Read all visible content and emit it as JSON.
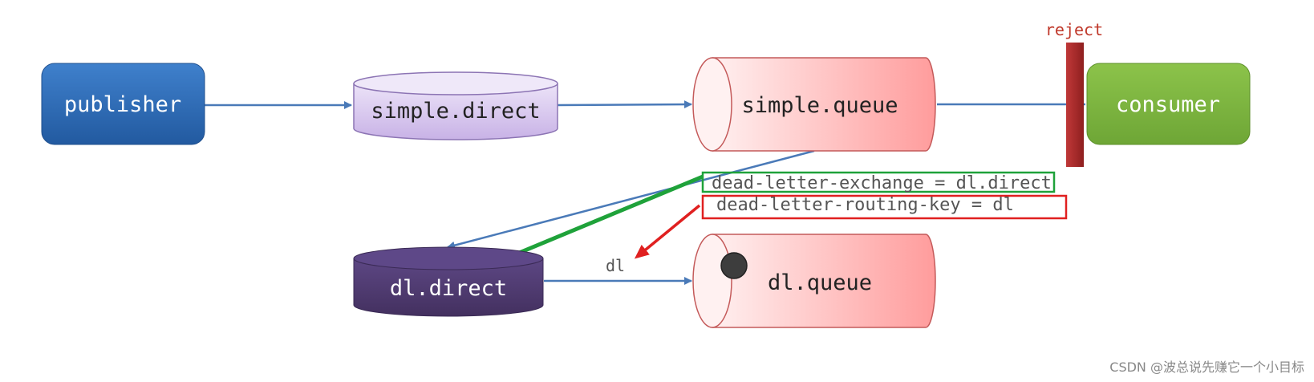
{
  "nodes": {
    "publisher": "publisher",
    "simple_direct": "simple.direct",
    "simple_queue": "simple.queue",
    "consumer": "consumer",
    "dl_direct": "dl.direct",
    "dl_queue": "dl.queue"
  },
  "labels": {
    "reject": "reject",
    "dead_letter_exchange": "dead-letter-exchange = dl.direct",
    "dead_letter_routing_key": "dead-letter-routing-key = dl",
    "routing_key_dl": "dl"
  },
  "watermark": "CSDN @波总说先赚它一个小目标",
  "colors": {
    "publisher": "#2f6db8",
    "consumer": "#7cb342",
    "exchange_light": "#d9c9ef",
    "exchange_dark": "#4e3a72",
    "queue": "#ffc4c4",
    "reject_bar": "#a82a2a",
    "arrow_blue": "#4a7ab8",
    "arrow_green": "#1fa23a",
    "arrow_red": "#e02020",
    "box_green": "#1fa23a",
    "box_red": "#e02020"
  },
  "icons": {
    "reject_bar": "reject-bar-icon",
    "message": "message-dot-icon"
  }
}
